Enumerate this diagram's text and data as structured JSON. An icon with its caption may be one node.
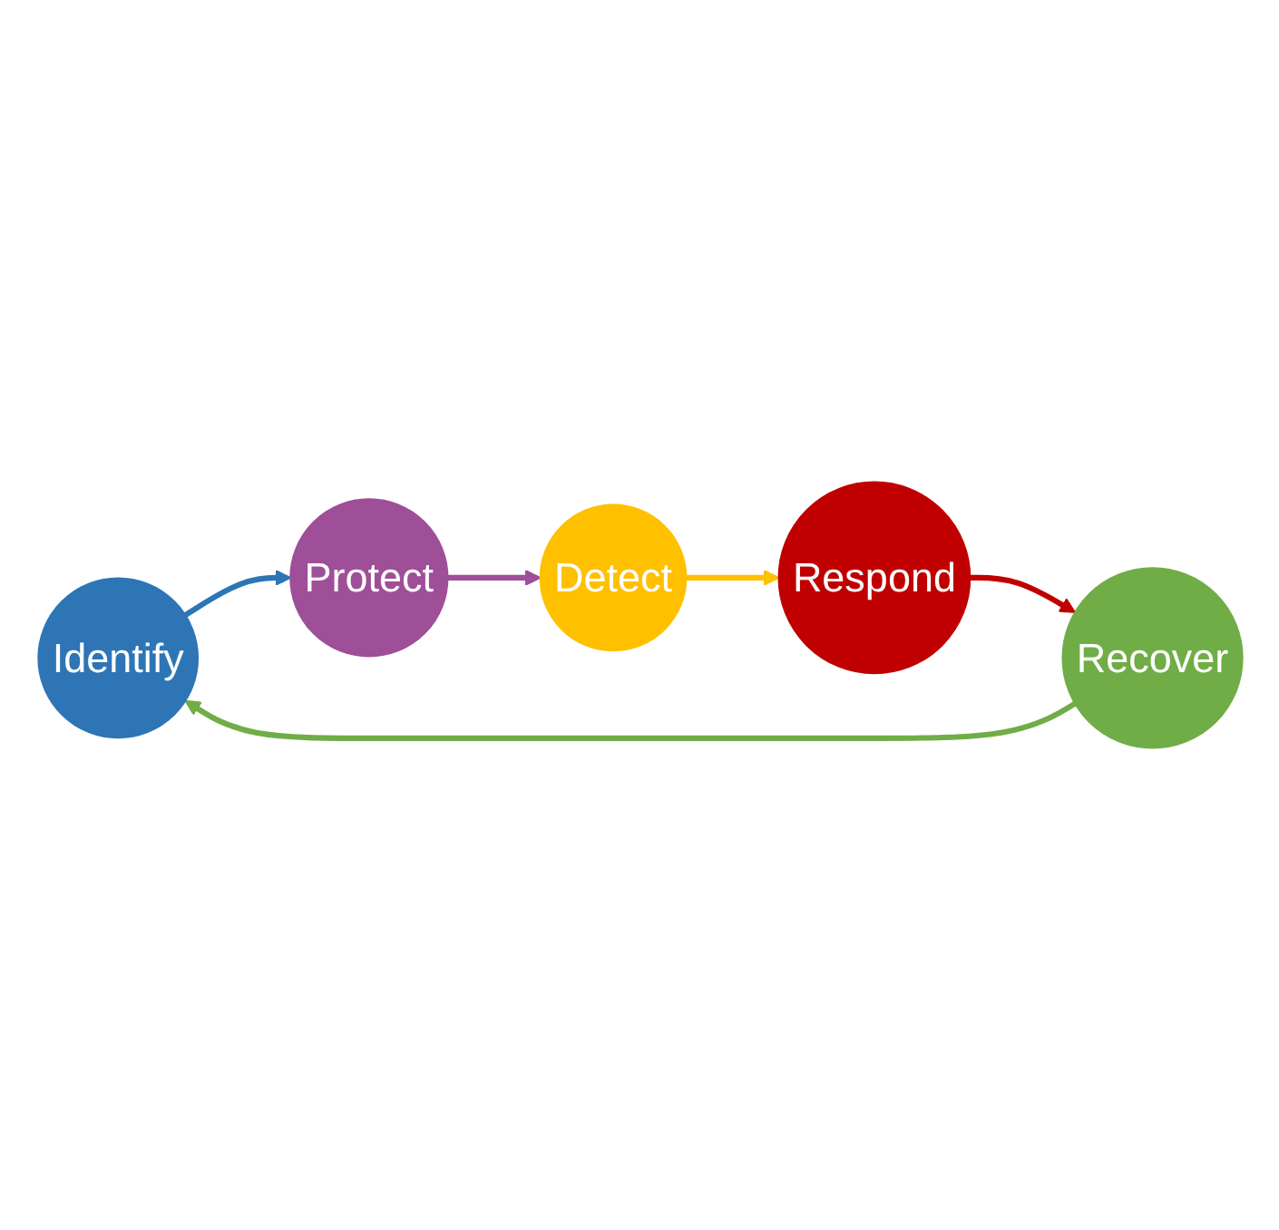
{
  "diagram": {
    "nodes": [
      {
        "text": [
          "Identify"
        ]
      },
      {
        "text": [
          "Protect"
        ]
      },
      {
        "text": [
          "Detect"
        ]
      },
      {
        "text": [
          "Respond"
        ]
      },
      {
        "text": [
          "Recover"
        ]
      }
    ],
    "edges": [
      {
        "from": 0,
        "to": 1,
        "arrow": "to",
        "color": "#2e75b6"
      },
      {
        "from": 1,
        "to": 2,
        "arrow": "to",
        "color": "#9e4f98"
      },
      {
        "from": 2,
        "to": 3,
        "arrow": "to",
        "color": "#ffc000"
      },
      {
        "from": 3,
        "to": 4,
        "arrow": "to",
        "color": "#c00000"
      },
      {
        "from": 4,
        "to": 0,
        "arrow": "to",
        "color": "#70ad47"
      }
    ]
  }
}
